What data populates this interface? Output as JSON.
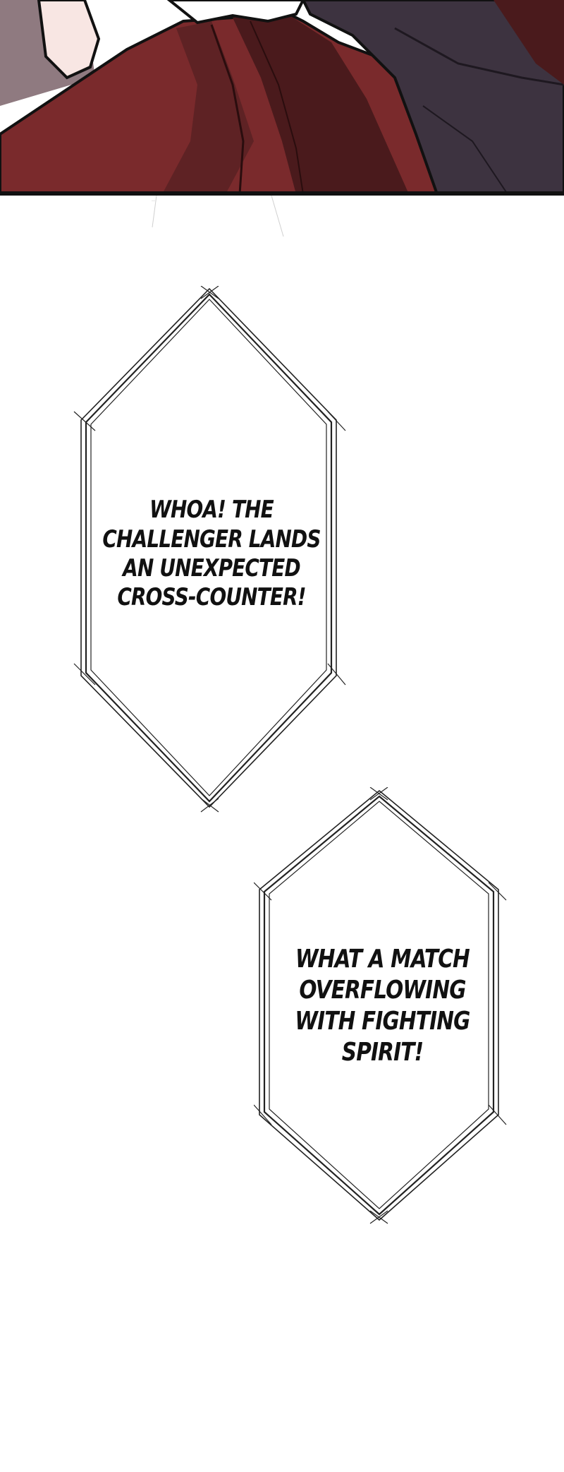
{
  "colors": {
    "background": "#ffffff",
    "panel_border": "#111111",
    "cloth_dark_red": "#4a1a1c",
    "cloth_red": "#7a2a2c",
    "cloth_mid_red": "#5e2224",
    "dark_purple": "#3d3340",
    "mauve_bg": "#8f7a80",
    "skin": "#f8e6e3",
    "bubble_stroke": "#222222",
    "text": "#111111"
  },
  "bubbles": [
    {
      "lines": [
        "WHOA! THE",
        "CHALLENGER LANDS",
        "AN UNEXPECTED",
        "CROSS-COUNTER!"
      ]
    },
    {
      "lines": [
        "WHAT A MATCH",
        "OVERFLOWING",
        "WITH FIGHTING",
        "SPIRIT!"
      ]
    }
  ]
}
